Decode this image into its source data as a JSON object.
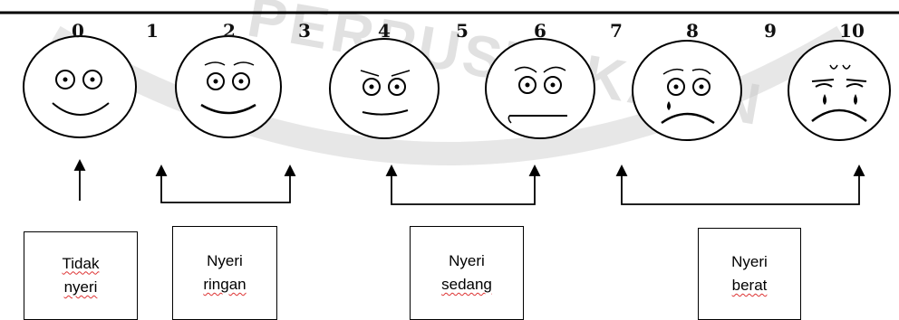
{
  "scale": {
    "numbers": [
      "0",
      "1",
      "2",
      "3",
      "4",
      "5",
      "6",
      "7",
      "8",
      "9",
      "10"
    ]
  },
  "faces": [
    {
      "value": 0,
      "icon": "smiling-face-icon"
    },
    {
      "value": 2,
      "icon": "slight-smile-face-icon"
    },
    {
      "value": 4,
      "icon": "neutral-face-icon"
    },
    {
      "value": 6,
      "icon": "frowning-face-icon"
    },
    {
      "value": 8,
      "icon": "sad-tearful-face-icon"
    },
    {
      "value": 10,
      "icon": "crying-face-icon"
    }
  ],
  "categories": [
    {
      "line1": "Tidak",
      "line2": "nyeri"
    },
    {
      "line1": "Nyeri",
      "line2": "ringan"
    },
    {
      "line1": "Nyeri",
      "line2": "sedang"
    },
    {
      "line1": "Nyeri",
      "line2": "berat"
    }
  ],
  "watermark": "PERPUSTAKAAN",
  "colors": {
    "line": "#000000",
    "watermark": "#c9c9c9",
    "spellcheck": "#dd3333"
  }
}
